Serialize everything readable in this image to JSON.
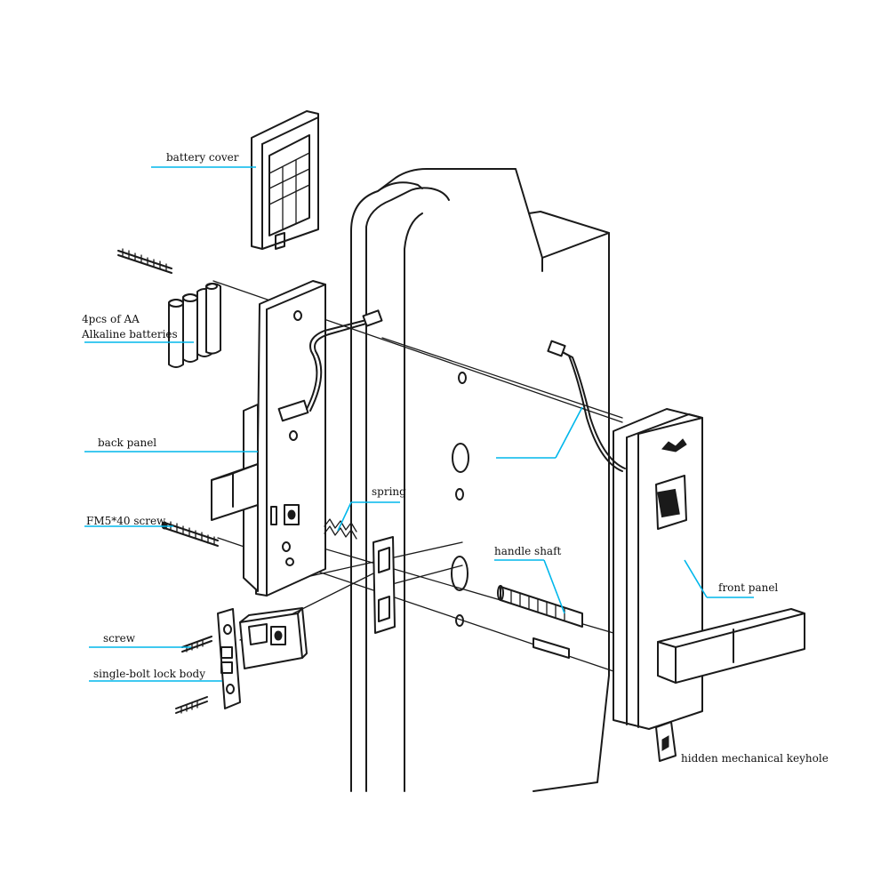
{
  "colors": {
    "leader": "#00b7eb",
    "ink": "#1a1a1a",
    "background": "#ffffff"
  },
  "labels": {
    "battery_cover": "battery cover",
    "batteries_line1": "4pcs of AA",
    "batteries_line2": "Alkaline batteries",
    "back_panel": "back panel",
    "screw_fm": "FM5*40 screw",
    "spring": "spring",
    "handle_shaft": "handle shaft",
    "front_panel": "front panel",
    "screw": "screw",
    "lock_body": "single-bolt lock body",
    "keyhole": "hidden mechanical keyhole"
  }
}
